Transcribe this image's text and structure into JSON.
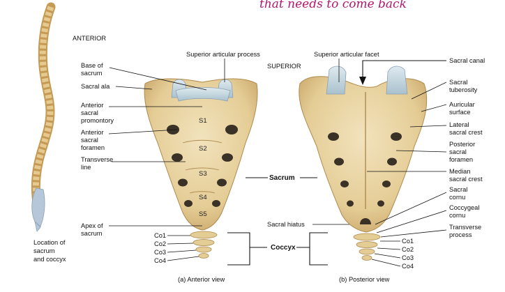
{
  "handwriting": "that needs to come back",
  "headings": {
    "anterior": "ANTERIOR",
    "superior": "SUPERIOR"
  },
  "spine_caption": [
    "Location of",
    "sacrum",
    "and coccyx"
  ],
  "anterior_labels": {
    "superior_articular_process": "Superior articular process",
    "base_of_sacrum": [
      "Base of",
      "sacrum"
    ],
    "sacral_ala": "Sacral ala",
    "anterior_sacral_promontory": [
      "Anterior",
      "sacral",
      "promontory"
    ],
    "anterior_sacral_foramen": [
      "Anterior",
      "sacral",
      "foramen"
    ],
    "transverse_line": [
      "Transverse",
      "line"
    ],
    "apex_of_sacrum": [
      "Apex of",
      "sacrum"
    ]
  },
  "segments": [
    "S1",
    "S2",
    "S3",
    "S4",
    "S5"
  ],
  "coccyx_segments": [
    "Co1",
    "Co2",
    "Co3",
    "Co4"
  ],
  "center_labels": {
    "sacrum": "Sacrum",
    "coccyx": "Coccyx",
    "sacral_hiatus": "Sacral hiatus"
  },
  "posterior_labels": {
    "superior_articular_facet": "Superior articular facet",
    "sacral_canal": "Sacral canal",
    "sacral_tuberosity": [
      "Sacral",
      "tuberosity"
    ],
    "auricular_surface": [
      "Auricular",
      "surface"
    ],
    "lateral_sacral_crest": [
      "Lateral",
      "sacral crest"
    ],
    "posterior_sacral_foramen": [
      "Posterior",
      "sacral",
      "foramen"
    ],
    "median_sacral_crest": [
      "Median",
      "sacral crest"
    ],
    "sacral_cornu": [
      "Sacral",
      "cornu"
    ],
    "coccygeal_cornu": [
      "Coccygeal",
      "cornu"
    ],
    "transverse_process": [
      "Transverse",
      "process"
    ]
  },
  "captions": {
    "anterior_view": "(a) Anterior view",
    "posterior_view": "(b) Posterior view"
  },
  "colors": {
    "bone": "#e8d4a4",
    "bone_dark": "#c9a86a",
    "cartilage": "#c9dbe3",
    "handwriting": "#b0166e"
  }
}
